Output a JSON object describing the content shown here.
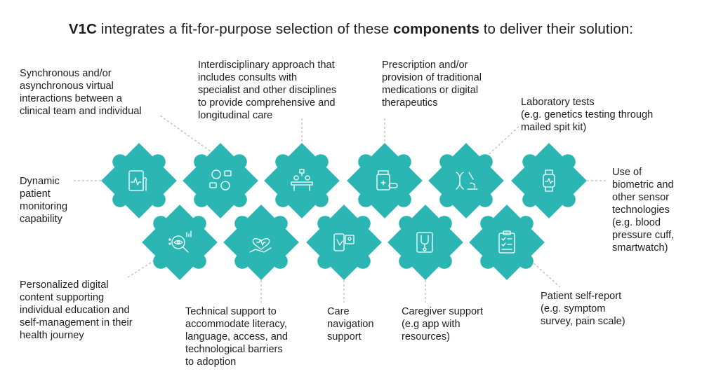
{
  "title": {
    "lead_bold": "V1C",
    "middle": " integrates a fit-for-purpose selection of these ",
    "emphasis_bold": "components",
    "tail": " to deliver their solution:"
  },
  "colors": {
    "piece": "#2bb6b3",
    "line": "#a8a8a8",
    "text": "#1e1e1e",
    "icon": "#ffffff"
  },
  "components": [
    {
      "id": "synchronous-interactions",
      "label": "Synchronous and/or\nasynchronous virtual\ninteractions between a\nclinical team and individual",
      "icon": "video-call-icon"
    },
    {
      "id": "interdisciplinary-approach",
      "label": "Interdisciplinary approach that\nincludes consults with\nspecialist and other disciplines\nto provide comprehensive and\nlongitudinal care",
      "icon": "consult-desk-icon"
    },
    {
      "id": "prescription",
      "label": "Prescription and/or\nprovision of traditional\nmedications or digital\ntherapeutics",
      "icon": "medication-bottle-icon"
    },
    {
      "id": "laboratory-tests",
      "label": "Laboratory tests\n(e.g. genetics testing through\nmailed spit kit)",
      "icon": "dna-microscope-icon"
    },
    {
      "id": "biometric-sensors",
      "label": "Use of\nbiometric and\nother sensor\ntechnologies\n(e.g. blood\npressure cuff,\nsmartwatch)",
      "icon": "smartwatch-icon"
    },
    {
      "id": "dynamic-monitoring",
      "label": "Dynamic\npatient\nmonitoring\ncapability",
      "icon": "tablet-monitoring-icon"
    },
    {
      "id": "personalized-content",
      "label": "Personalized digital\ncontent supporting\nindividual education and\nself-management in their\nhealth journey",
      "icon": "magnifier-eye-icon"
    },
    {
      "id": "technical-support",
      "label": "Technical support to\naccommodate literacy,\nlanguage, access, and\ntechnological barriers\nto adoption",
      "icon": "heart-hand-icon"
    },
    {
      "id": "care-navigation",
      "label": "Care\nnavigation\nsupport",
      "icon": "phone-map-icon"
    },
    {
      "id": "caregiver-support",
      "label": "Caregiver support\n(e.g app with\nresources)",
      "icon": "stethoscope-tablet-icon"
    },
    {
      "id": "patient-self-report",
      "label": "Patient self-report\n(e.g. symptom\nsurvey, pain scale)",
      "icon": "clipboard-checklist-icon"
    }
  ]
}
